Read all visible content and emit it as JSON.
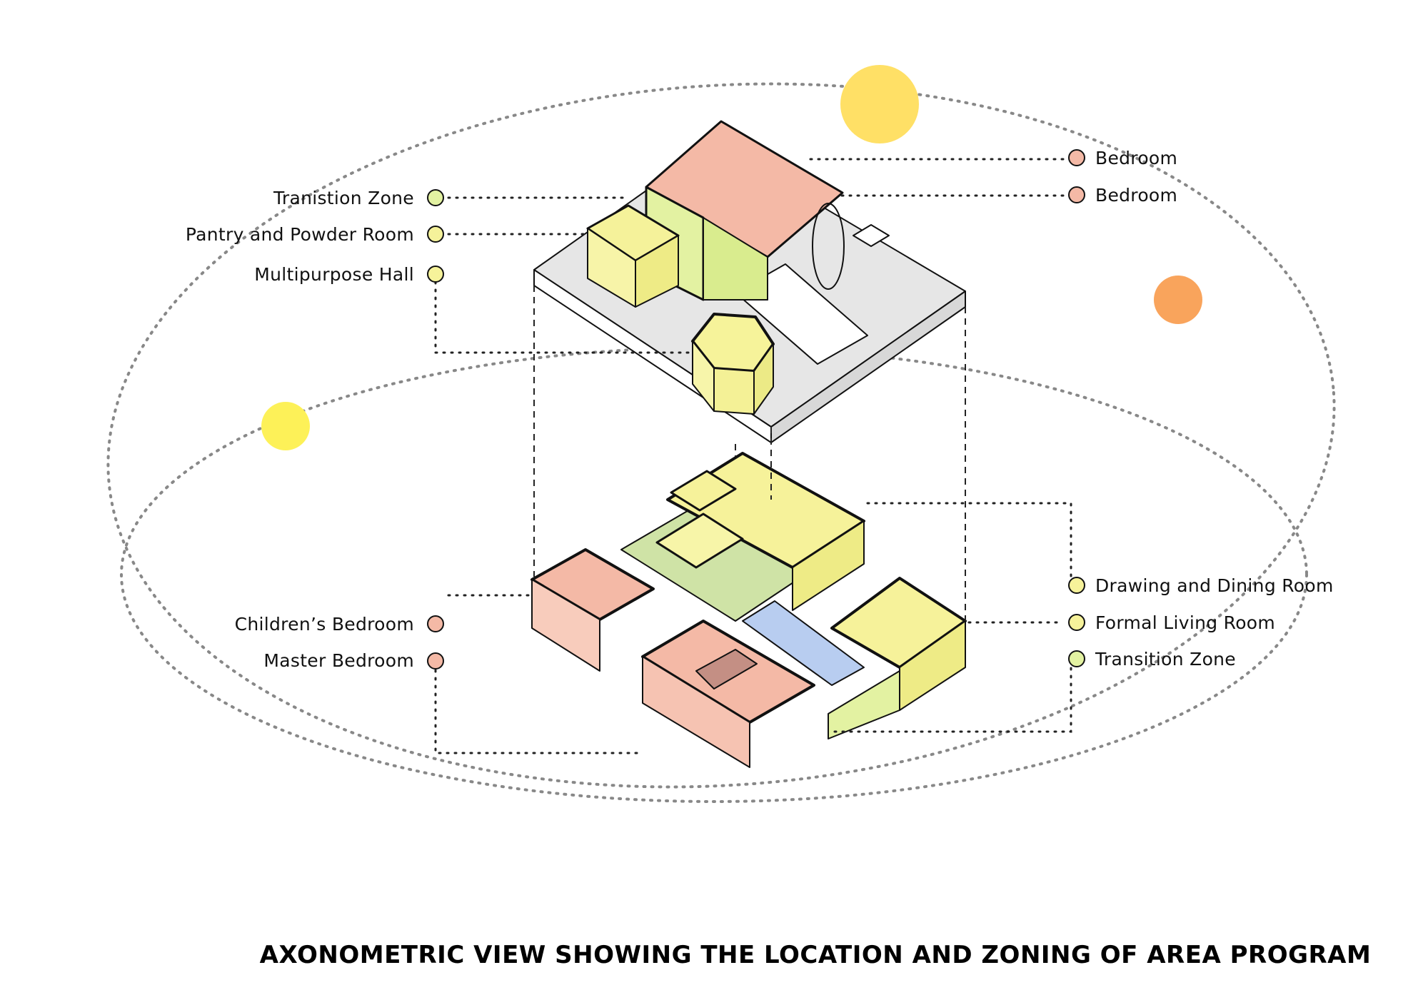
{
  "title": "AXONOMETRIC VIEW SHOWING THE LOCATION AND ZONING OF AREA PROGRAM",
  "colors": {
    "bedroom": "#f4b9a6",
    "transition": "#e3f2a2",
    "pantry": "#f5f29a",
    "hall": "#f6f39a",
    "drawing": "#f6f29a",
    "living": "#f6f29a",
    "sun_large": "#ffe066",
    "sun_orange": "#f9a45c",
    "sun_small": "#fdf158",
    "floor_gray": "#e3e3e3",
    "pool": "#b8cdf0",
    "courtyard_green": "#cfe3a6"
  },
  "legend_upper_left": [
    {
      "label": "Tranistion Zone",
      "zone": "transition"
    },
    {
      "label": "Pantry and Powder Room",
      "zone": "pantry"
    },
    {
      "label": "Multipurpose Hall",
      "zone": "hall"
    }
  ],
  "legend_upper_right": [
    {
      "label": "Bedroom",
      "zone": "bedroom"
    },
    {
      "label": "Bedroom",
      "zone": "bedroom"
    }
  ],
  "legend_lower_left": [
    {
      "label": "Children’s Bedroom",
      "zone": "bedroom"
    },
    {
      "label": "Master Bedroom",
      "zone": "bedroom"
    }
  ],
  "legend_lower_right": [
    {
      "label": "Drawing and Dining Room",
      "zone": "drawing"
    },
    {
      "label": "Formal Living Room",
      "zone": "living"
    },
    {
      "label": "Transition Zone",
      "zone": "transition"
    }
  ]
}
